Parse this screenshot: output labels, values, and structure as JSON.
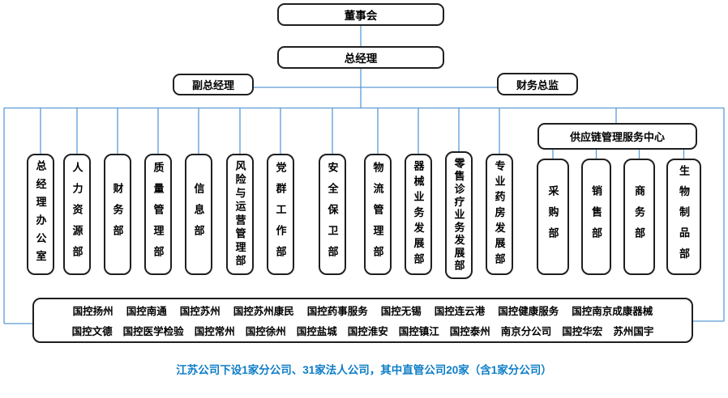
{
  "nodes": {
    "board": "董事会",
    "gm": "总经理",
    "deputy_gm": "副总经理",
    "cfo": "财务总监",
    "supply_center": "供应链管理服务中心"
  },
  "departments": [
    "总经理办公室",
    "人力资源部",
    "财务部",
    "质量管理部",
    "信息部",
    "风险与运营管理部",
    "党群工作部",
    "安全保卫部",
    "物流管理部",
    "器械业务发展部",
    "零售诊疗业务发展部",
    "专业药房发展部"
  ],
  "supply_departments": [
    "采购部",
    "销售部",
    "商务部",
    "生物制品部"
  ],
  "companies_rows": [
    [
      "国控扬州",
      "国控南通",
      "国控苏州",
      "国控苏州康民",
      "国控药事服务",
      "国控无锡",
      "国控连云港",
      "国控健康服务",
      "国控南京成康器械"
    ],
    [
      "国控文德",
      "国控医学检验",
      "国控常州",
      "国控徐州",
      "国控盐城",
      "国控淮安",
      "国控镇江",
      "国控泰州",
      "南京分公司",
      "国控华宏",
      "苏州国宇"
    ]
  ],
  "caption": "江苏公司下设1家分公司、31家法人公司，其中直管公司20家（含1家分公司）",
  "colors": {
    "connector_line": "#5B9BD5",
    "box_border": "#1f1f1f",
    "caption_text": "#0d7dc7",
    "body_text": "#000000"
  }
}
